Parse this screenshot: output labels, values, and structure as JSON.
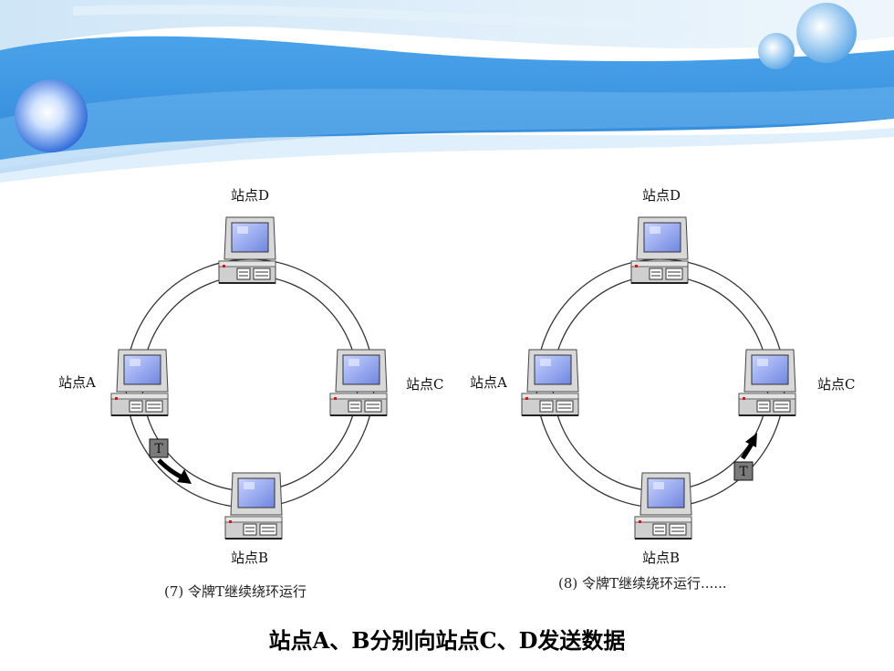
{
  "title": "站点A、B分别向站点C、D发送数据",
  "diagrams": [
    {
      "station_d": "站点D",
      "station_a": "站点A",
      "station_c": "站点C",
      "station_b": "站点B",
      "token": "T",
      "caption": "(7) 令牌T继续绕环运行"
    },
    {
      "station_d": "站点D",
      "station_a": "站点A",
      "station_c": "站点C",
      "station_b": "站点B",
      "token": "T",
      "caption": "(8) 令牌T继续绕环运行......"
    }
  ],
  "colors": {
    "banner_dark": "#2e86d8",
    "banner_light": "#a9d3f3",
    "screen": "#8aa0e8",
    "ring": "#333333"
  }
}
